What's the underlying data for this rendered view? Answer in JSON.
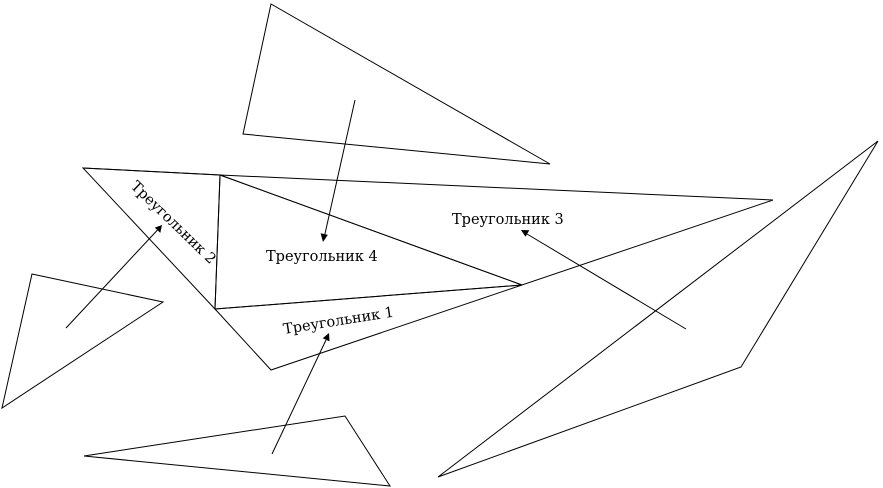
{
  "labels": {
    "triangle_1": "Треугольник 1",
    "triangle_2": "Треугольник 2",
    "triangle_3": "Треугольник 3",
    "triangle_4": "Треугольник 4"
  }
}
